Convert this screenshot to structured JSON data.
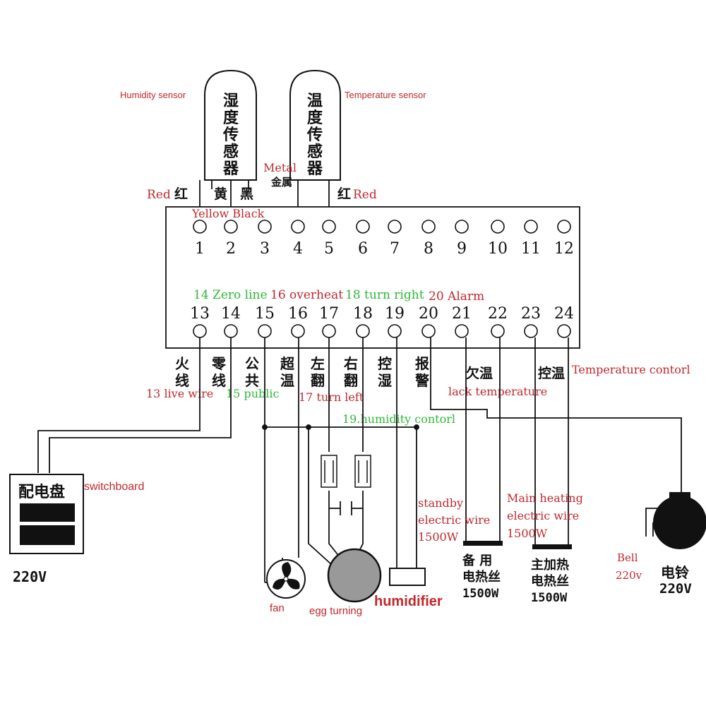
{
  "sensors": {
    "humidity": {
      "label_en": "Humidity sensor",
      "label_cn": [
        "湿",
        "度",
        "传",
        "感",
        "器"
      ]
    },
    "temperature": {
      "label_en": "Temperature sensor",
      "label_cn": [
        "温",
        "度",
        "传",
        "感",
        "器"
      ]
    }
  },
  "wires_top": {
    "red_en": "Red",
    "red_cn": "红",
    "yellow_cn": "黄",
    "black_cn": "黑",
    "yellow_black_en": "Yellow Black",
    "metal_en": "Metal",
    "metal_cn": "金属",
    "red2_cn": "红",
    "red2_en": "Red"
  },
  "terminals_top": [
    "1",
    "2",
    "3",
    "4",
    "5",
    "6",
    "7",
    "8",
    "9",
    "10",
    "11",
    "12"
  ],
  "terminals_bottom": [
    "13",
    "14",
    "15",
    "16",
    "17",
    "18",
    "19",
    "20",
    "21",
    "22",
    "23",
    "24"
  ],
  "inner_labels": {
    "zero_line": "14 Zero line",
    "overheat": "16 overheat",
    "turn_right": "18 turn right",
    "alarm": "20 Alarm"
  },
  "bottom_cn": {
    "huoxian": [
      "火",
      "线"
    ],
    "lingxian": [
      "零",
      "线"
    ],
    "gonggong": [
      "公",
      "共"
    ],
    "chaowen": [
      "超",
      "温"
    ],
    "zuofan": [
      "左",
      "翻"
    ],
    "youfan": [
      "右",
      "翻"
    ],
    "kongshi": [
      "控",
      "湿"
    ],
    "baojing": [
      "报",
      "警"
    ],
    "qianwen": "欠温",
    "kongwen": "控温"
  },
  "annotations": {
    "temperature_control": "Temperature contorl",
    "lack_temperature": "lack temperature",
    "live_wire": "13 live wire",
    "public": "15 public",
    "turn_left": "17 turn left",
    "humidity_control": "19.humidity contorl"
  },
  "devices": {
    "switchboard_cn": "配电盘",
    "switchboard_en": "switchboard",
    "switchboard_voltage": "220V",
    "fan": "fan",
    "egg_turning": "egg turning",
    "humidifier": "humidifier",
    "standby_en": [
      "standby",
      "electric wire",
      "1500W"
    ],
    "standby_cn": [
      "备  用",
      "电热丝",
      "1500W"
    ],
    "main_en": [
      "Main heating",
      "electric wire",
      "1500W"
    ],
    "main_cn": [
      "主加热",
      "电热丝",
      "1500W"
    ],
    "bell_en": [
      "Bell",
      "220v"
    ],
    "bell_cn": [
      "电铃",
      "220V"
    ]
  }
}
